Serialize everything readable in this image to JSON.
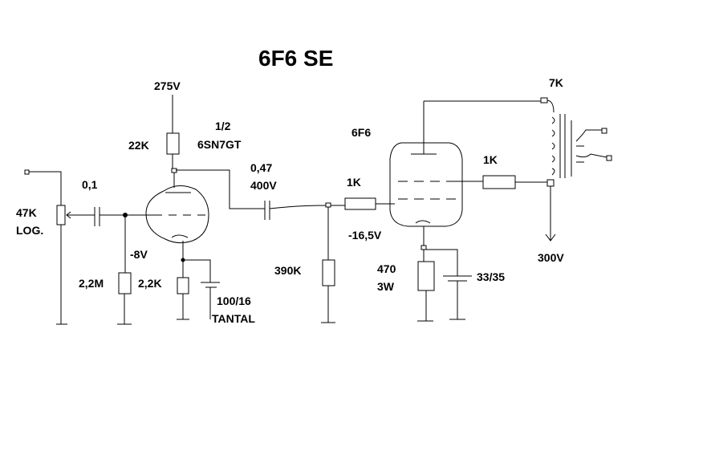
{
  "title": "6F6 SE",
  "labels": {
    "supply_275": "275V",
    "r_22k": "22K",
    "half": "1/2",
    "driver_tube": "6SN7GT",
    "c_coupling_val": "0,47",
    "c_coupling_volt": "400V",
    "c_input": "0,1",
    "pot_val": "47K",
    "pot_type": "LOG.",
    "grid_bias": "-8V",
    "r_grid": "2,2M",
    "r_cathode": "2,2K",
    "c_cathode": "100/16",
    "c_cathode_type": "TANTAL",
    "r_390k": "390K",
    "r_grid_stop": "1K",
    "output_tube": "6F6",
    "bias_output": "-16,5V",
    "r_470": "470",
    "r_470_power": "3W",
    "c_output": "33/35",
    "r_screen": "1K",
    "transformer": "7K",
    "supply_300": "300V"
  }
}
